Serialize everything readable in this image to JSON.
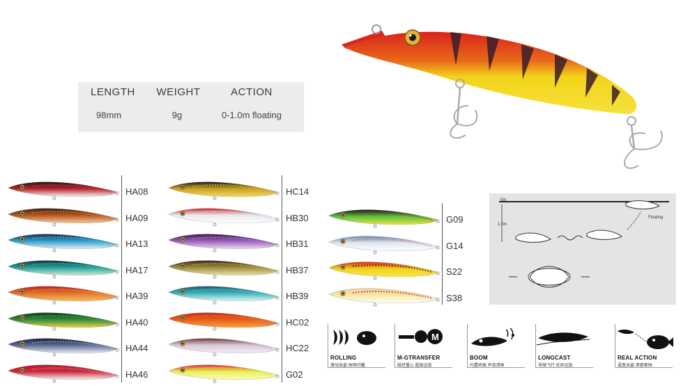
{
  "spec": {
    "headers": [
      "LENGTH",
      "WEIGHT",
      "ACTION"
    ],
    "values": [
      "98mm",
      "9g",
      "0-1.0m floating"
    ]
  },
  "columns": [
    {
      "codes": [
        "HA08",
        "HA09",
        "HA13",
        "HA17",
        "HA39",
        "HA40",
        "HA44",
        "HA46"
      ]
    },
    {
      "codes": [
        "HC14",
        "HB30",
        "HB31",
        "HB37",
        "HB39",
        "HC02",
        "HC22",
        "G02"
      ]
    },
    {
      "codes": [
        "G09",
        "G14",
        "S22",
        "S38"
      ]
    }
  ],
  "diagram": {
    "depth_top": "0m",
    "depth_bottom": "1.0m",
    "floating_label": "Floating"
  },
  "features": [
    {
      "title": "ROLLING",
      "sub": "滚动泳姿 体侧闪耀",
      "icon": "rolling-icon"
    },
    {
      "title": "M-GTRANSFER",
      "sub": "磁控重心 超级远投",
      "icon": "magnet-icon"
    },
    {
      "title": "BOOM",
      "sub": "内置响珠 声效诱鱼",
      "icon": "sound-icon"
    },
    {
      "title": "LONGCAST",
      "sub": "导弹飞行 优异远投",
      "icon": "longcast-icon"
    },
    {
      "title": "REAL ACTION",
      "sub": "逼真泳姿 诱惑难挡",
      "icon": "real-action-icon"
    }
  ],
  "colors": {
    "hero_body": "#f1d21a",
    "hero_back": "#e0241a",
    "table_bg": "#ececec",
    "diagram_bg": "#e4e4e4"
  }
}
